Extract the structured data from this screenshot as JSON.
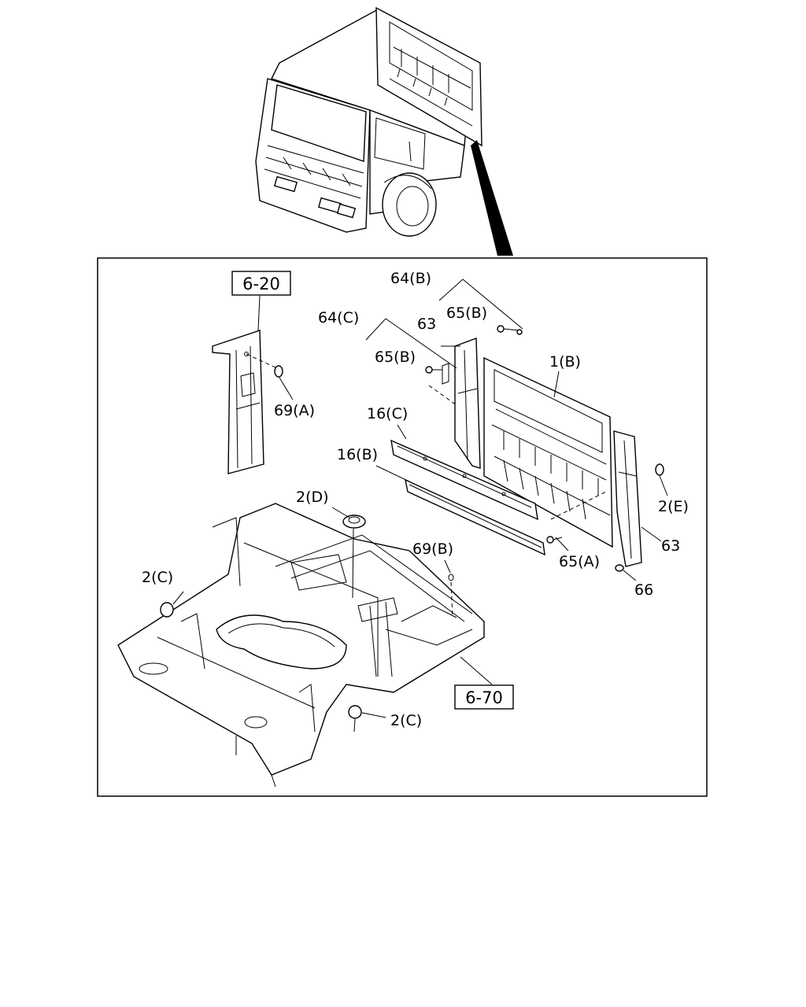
{
  "references": {
    "ref_6_20": "6-20",
    "ref_6_70": "6-70"
  },
  "callouts": {
    "c64b": "64(B)",
    "c65b_top": "65(B)",
    "c64c": "64(C)",
    "c63_top": "63",
    "c65b_mid": "65(B)",
    "c1b": "1(B)",
    "c69a": "69(A)",
    "c16c": "16(C)",
    "c16b": "16(B)",
    "c2d": "2(D)",
    "c69b": "69(B)",
    "c2e": "2(E)",
    "c63_right": "63",
    "c65a": "65(A)",
    "c66": "66",
    "c2c_left": "2(C)",
    "c2c_bottom": "2(C)"
  }
}
